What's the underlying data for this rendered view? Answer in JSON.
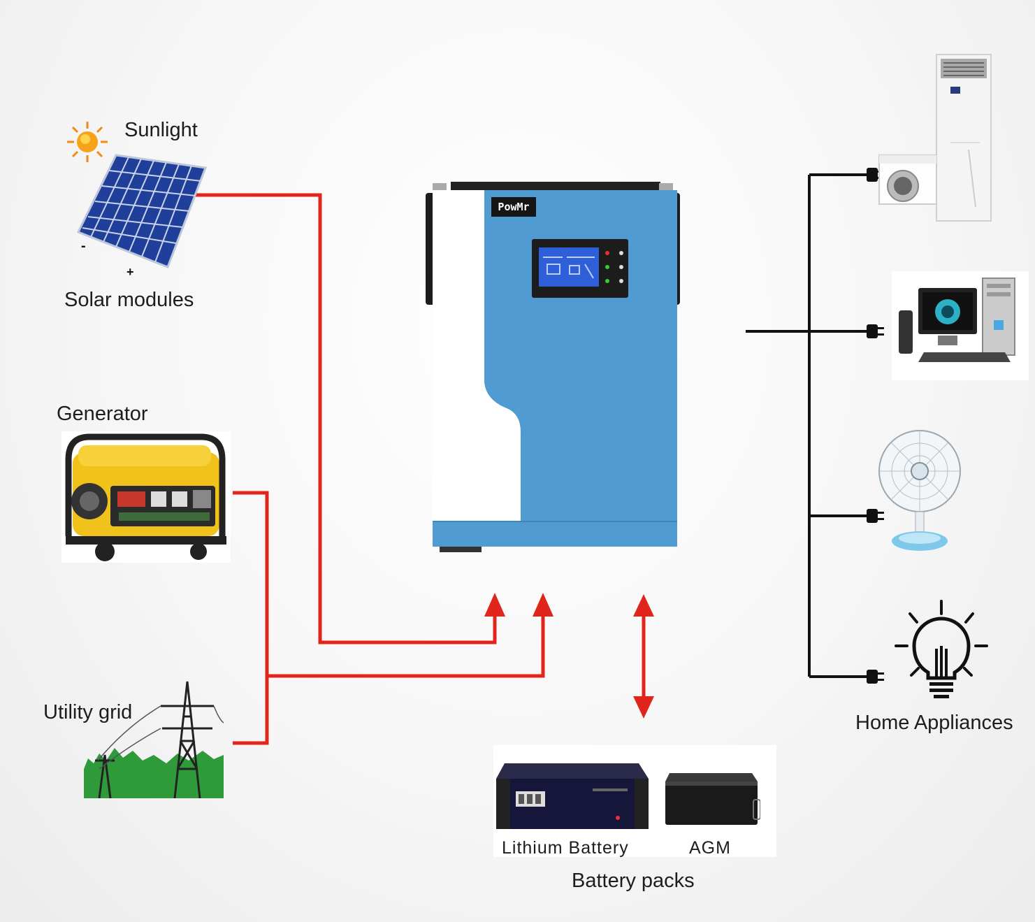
{
  "sources": {
    "sunlight_label": "Sunlight",
    "solar_label": "Solar modules",
    "solar_minus": "-",
    "solar_plus": "+",
    "generator_label": "Generator",
    "grid_label": "Utility grid"
  },
  "inverter": {
    "brand": "PowMr"
  },
  "batteries": {
    "lithium_label": "Lithium Battery",
    "agm_label": "AGM",
    "packs_label": "Battery packs"
  },
  "loads": {
    "label": "Home Appliances"
  },
  "colors": {
    "power_line": "#e0261c",
    "load_line": "#111111",
    "inverter_blue": "#4f9bd2"
  }
}
